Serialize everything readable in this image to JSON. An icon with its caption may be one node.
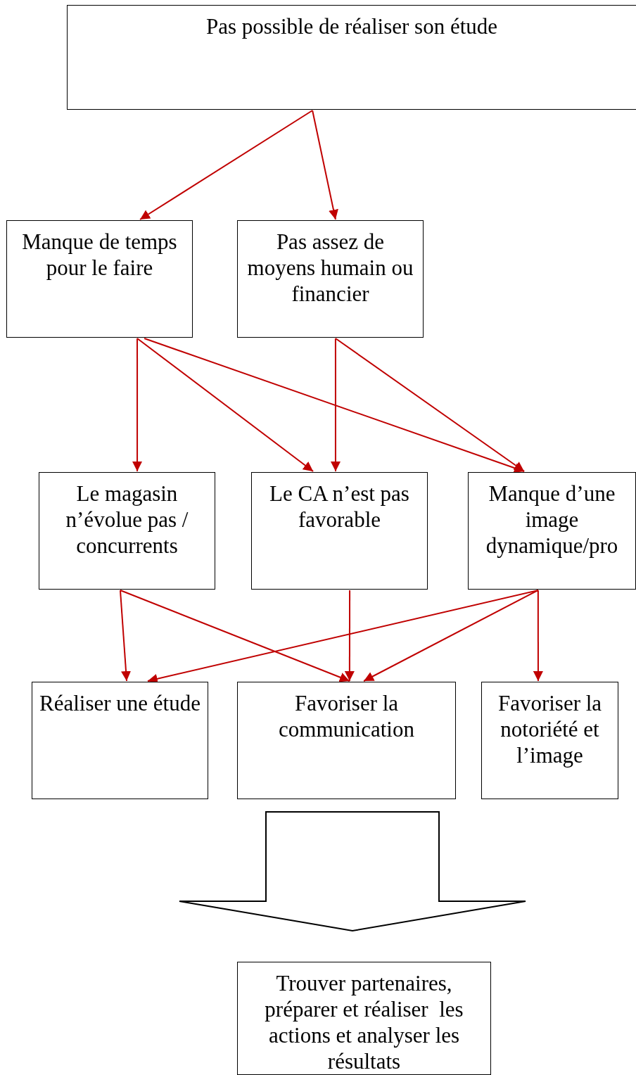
{
  "diagram": {
    "nodes": [
      {
        "text": [
          "Pas possible de réaliser son étude"
        ]
      },
      {
        "text": [
          "Manque de temps pour le faire"
        ]
      },
      {
        "text": [
          "Pas assez de moyens humain ou financier"
        ]
      },
      {
        "text": [
          "Le magasin n’évolue pas / concurrents"
        ]
      },
      {
        "text": [
          "Le CA n’est pas favorable"
        ]
      },
      {
        "text": [
          "Manque d’une image dynamique/pro"
        ]
      },
      {
        "text": [
          "Réaliser une étude"
        ]
      },
      {
        "text": [
          "Favoriser la communication"
        ]
      },
      {
        "text": [
          "Favoriser la notoriété et l’image"
        ]
      },
      {
        "text": [
          "Trouver partenaires, préparer et réaliser  les actions et analyser les résultats"
        ]
      }
    ],
    "edges": [
      {
        "from": 0,
        "to": 1,
        "arrow": "to"
      },
      {
        "from": 0,
        "to": 2,
        "arrow": "to"
      },
      {
        "from": 1,
        "to": 3,
        "arrow": "to"
      },
      {
        "from": 1,
        "to": 4,
        "arrow": "to"
      },
      {
        "from": 1,
        "to": 5,
        "arrow": "to"
      },
      {
        "from": 2,
        "to": 4,
        "arrow": "to"
      },
      {
        "from": 2,
        "to": 5,
        "arrow": "to"
      },
      {
        "from": 3,
        "to": 6,
        "arrow": "to"
      },
      {
        "from": 3,
        "to": 7,
        "arrow": "to"
      },
      {
        "from": 4,
        "to": 7,
        "arrow": "to"
      },
      {
        "from": 5,
        "to": 6,
        "arrow": "to"
      },
      {
        "from": 5,
        "to": 7,
        "arrow": "to"
      },
      {
        "from": 5,
        "to": 8,
        "arrow": "to"
      },
      {
        "from": 6,
        "to": 9,
        "arrow": "to",
        "style": "thick",
        "color": "#000000"
      },
      {
        "from": 7,
        "to": 9,
        "arrow": "to",
        "style": "thick",
        "color": "#000000"
      },
      {
        "from": 8,
        "to": 9,
        "arrow": "to",
        "style": "thick",
        "color": "#000000"
      }
    ]
  }
}
